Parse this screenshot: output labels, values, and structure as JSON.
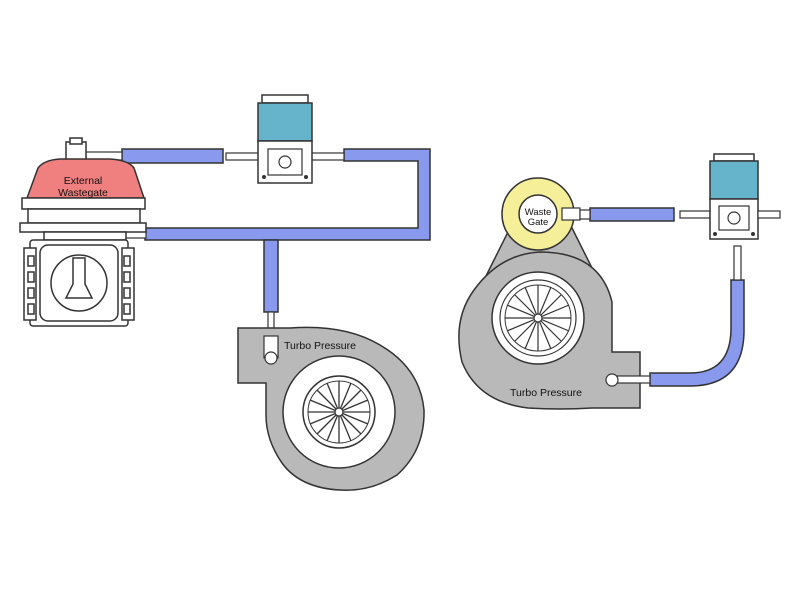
{
  "left_system": {
    "wastegate_label_line1": "External",
    "wastegate_label_line2": "Wastegate",
    "turbo_label": "Turbo Pressure"
  },
  "right_system": {
    "wastegate_label_line1": "Waste",
    "wastegate_label_line2": "Gate",
    "turbo_label": "Turbo Pressure"
  },
  "colors": {
    "hose": "#8899ee",
    "hose_outline": "#333333",
    "wastegate_dome": "#f08080",
    "solenoid": "#66b3cc",
    "turbo_housing": "#b9b9b9",
    "wastegate_ring": "#f5ef9a"
  }
}
